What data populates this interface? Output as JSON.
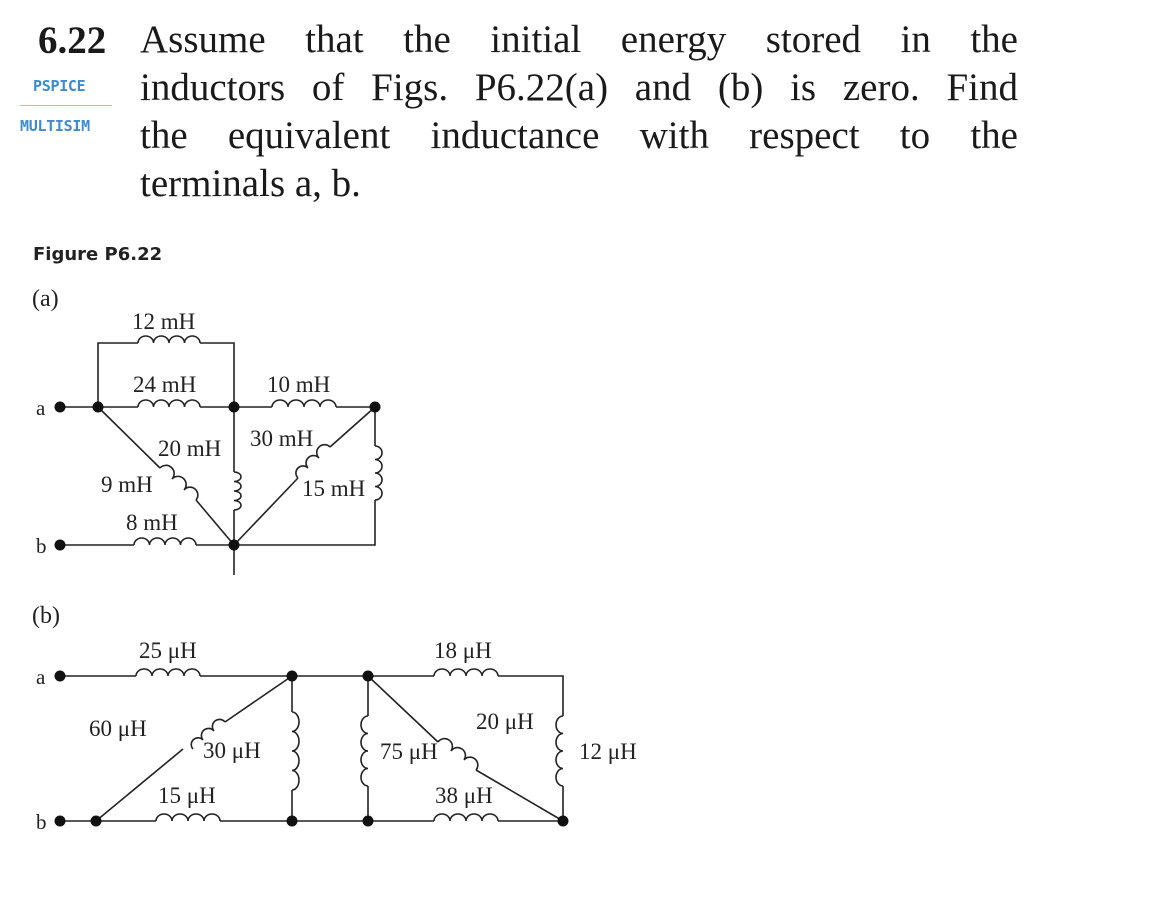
{
  "problem": {
    "number": "6.22",
    "lines": [
      "Assume that the initial energy stored in the",
      "inductors of Figs. P6.22(a) and (b) is zero. Find",
      "the equivalent inductance with respect to the",
      "terminals a, b."
    ],
    "tags": [
      "PSPICE",
      "MULTISIM"
    ]
  },
  "figure": {
    "caption": "Figure P6.22",
    "a": {
      "label": "(a)",
      "terminals": [
        "a",
        "b"
      ],
      "inductors": [
        "12 mH",
        "24 mH",
        "10 mH",
        "20 mH",
        "30 mH",
        "9 mH",
        "15 mH",
        "8 mH"
      ]
    },
    "b": {
      "label": "(b)",
      "terminals": [
        "a",
        "b"
      ],
      "inductors": [
        "25 μH",
        "18 μH",
        "60 μH",
        "30 μH",
        "20 μH",
        "75 μH",
        "12 μH",
        "15 μH",
        "38 μH"
      ]
    }
  }
}
